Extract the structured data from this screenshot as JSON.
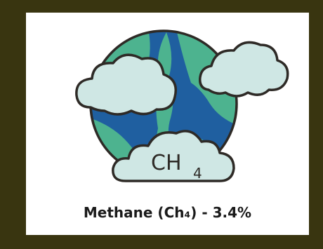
{
  "illustration": {
    "icon": "earth-with-clouds-icon",
    "formula_main": "CH",
    "formula_subscript": "4"
  },
  "caption": "Methane (Ch₄) - 3.4%",
  "colors": {
    "background": "#393510",
    "card": "#ffffff",
    "ocean": "#1f5fa0",
    "land": "#4db38f",
    "cloud": "#cfe7e4",
    "outline": "#2e2a26"
  }
}
